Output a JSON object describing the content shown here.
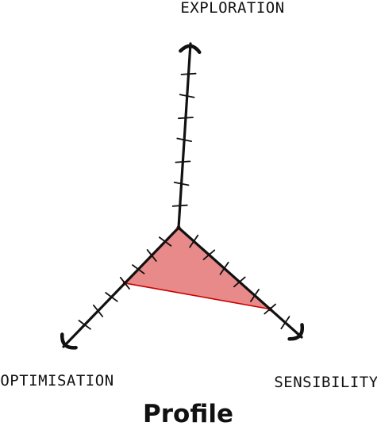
{
  "chart_data": {
    "type": "radar",
    "title": "Profile",
    "axes": [
      "EXPLORATION",
      "OPTIMISATION",
      "SENSIBILITY"
    ],
    "scale_max": 7,
    "ticks_per_axis": 7,
    "series": [
      {
        "values": [
          0,
          4,
          6
        ],
        "fill_color": "#e88a8a",
        "line_color": "#cc0000"
      }
    ],
    "axis_color": "#111111",
    "style": "hand-drawn"
  }
}
